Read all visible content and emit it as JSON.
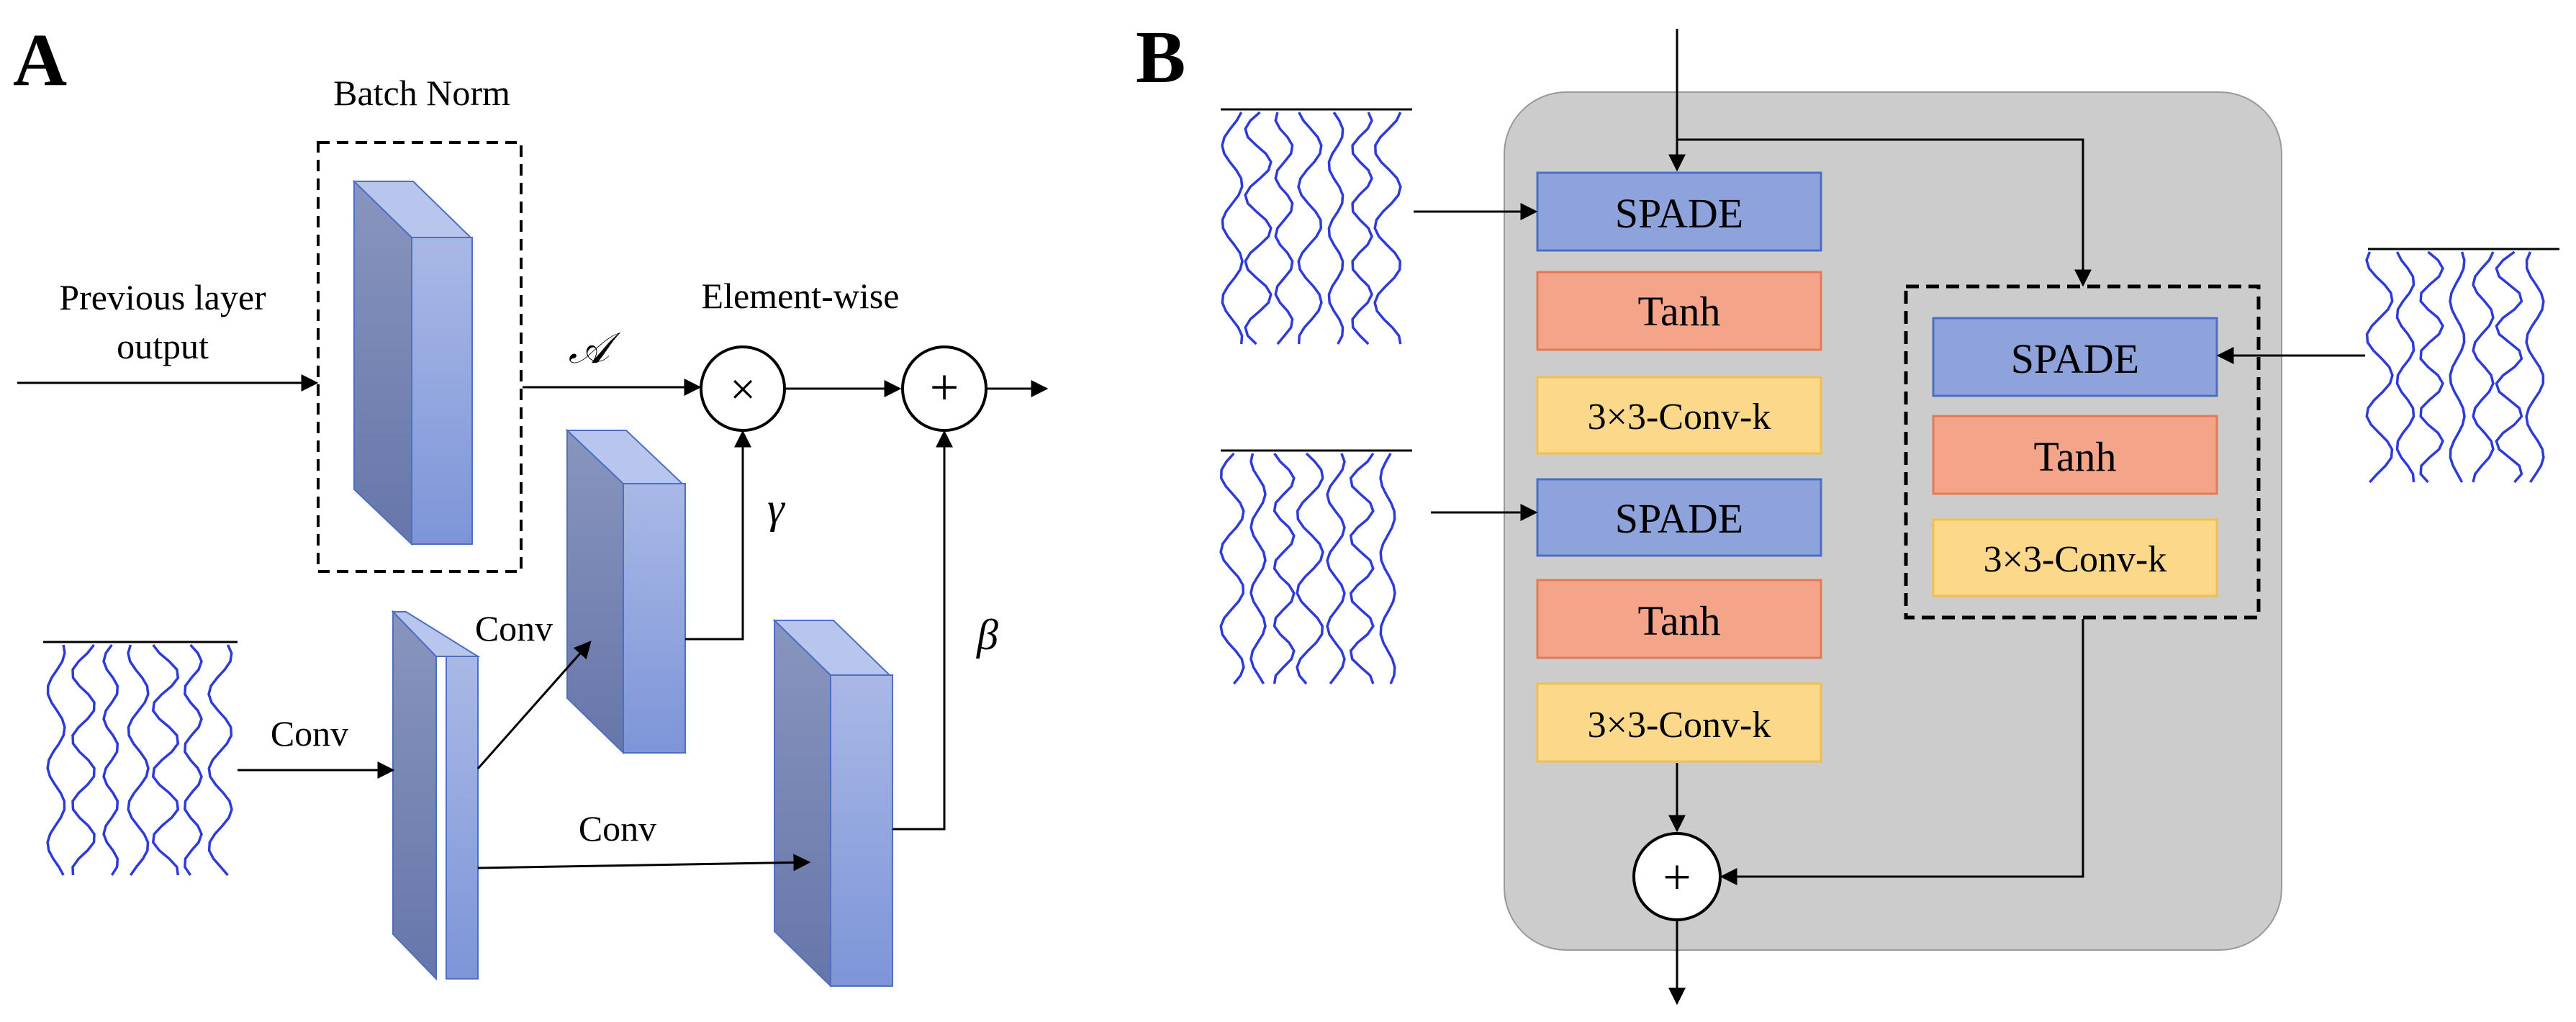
{
  "panel_a": {
    "letter": "A",
    "batch_norm_label": "Batch Norm",
    "previous_layer_label_1": "Previous layer",
    "previous_layer_label_2": "output",
    "element_wise_label": "Element-wise",
    "script_a_symbol": "𝒜",
    "gamma_symbol": "γ",
    "beta_symbol": "β",
    "times_symbol": "×",
    "plus_symbol": "+",
    "conv_label_left": "Conv",
    "conv_label_upper": "Conv",
    "conv_label_lower": "Conv"
  },
  "panel_b": {
    "letter": "B",
    "main_blocks": [
      {
        "label": "SPADE",
        "kind": "spade"
      },
      {
        "label": "Tanh",
        "kind": "tanh"
      },
      {
        "label": "3×3-Conv-k",
        "kind": "conv"
      },
      {
        "label": "SPADE",
        "kind": "spade"
      },
      {
        "label": "Tanh",
        "kind": "tanh"
      },
      {
        "label": "3×3-Conv-k",
        "kind": "conv"
      }
    ],
    "shortcut_blocks": [
      {
        "label": "SPADE",
        "kind": "spade"
      },
      {
        "label": "Tanh",
        "kind": "tanh"
      },
      {
        "label": "3×3-Conv-k",
        "kind": "conv"
      }
    ],
    "plus_symbol": "+"
  },
  "colors": {
    "spade_fill": "#8ea3dc",
    "spade_stroke": "#4d6fc2",
    "tanh_fill": "#f3a489",
    "tanh_stroke": "#e07b55",
    "conv_fill": "#fcd98a",
    "conv_stroke": "#f2be4c",
    "panel_bg": "#cccccc",
    "wave": "#2d3cd8"
  }
}
